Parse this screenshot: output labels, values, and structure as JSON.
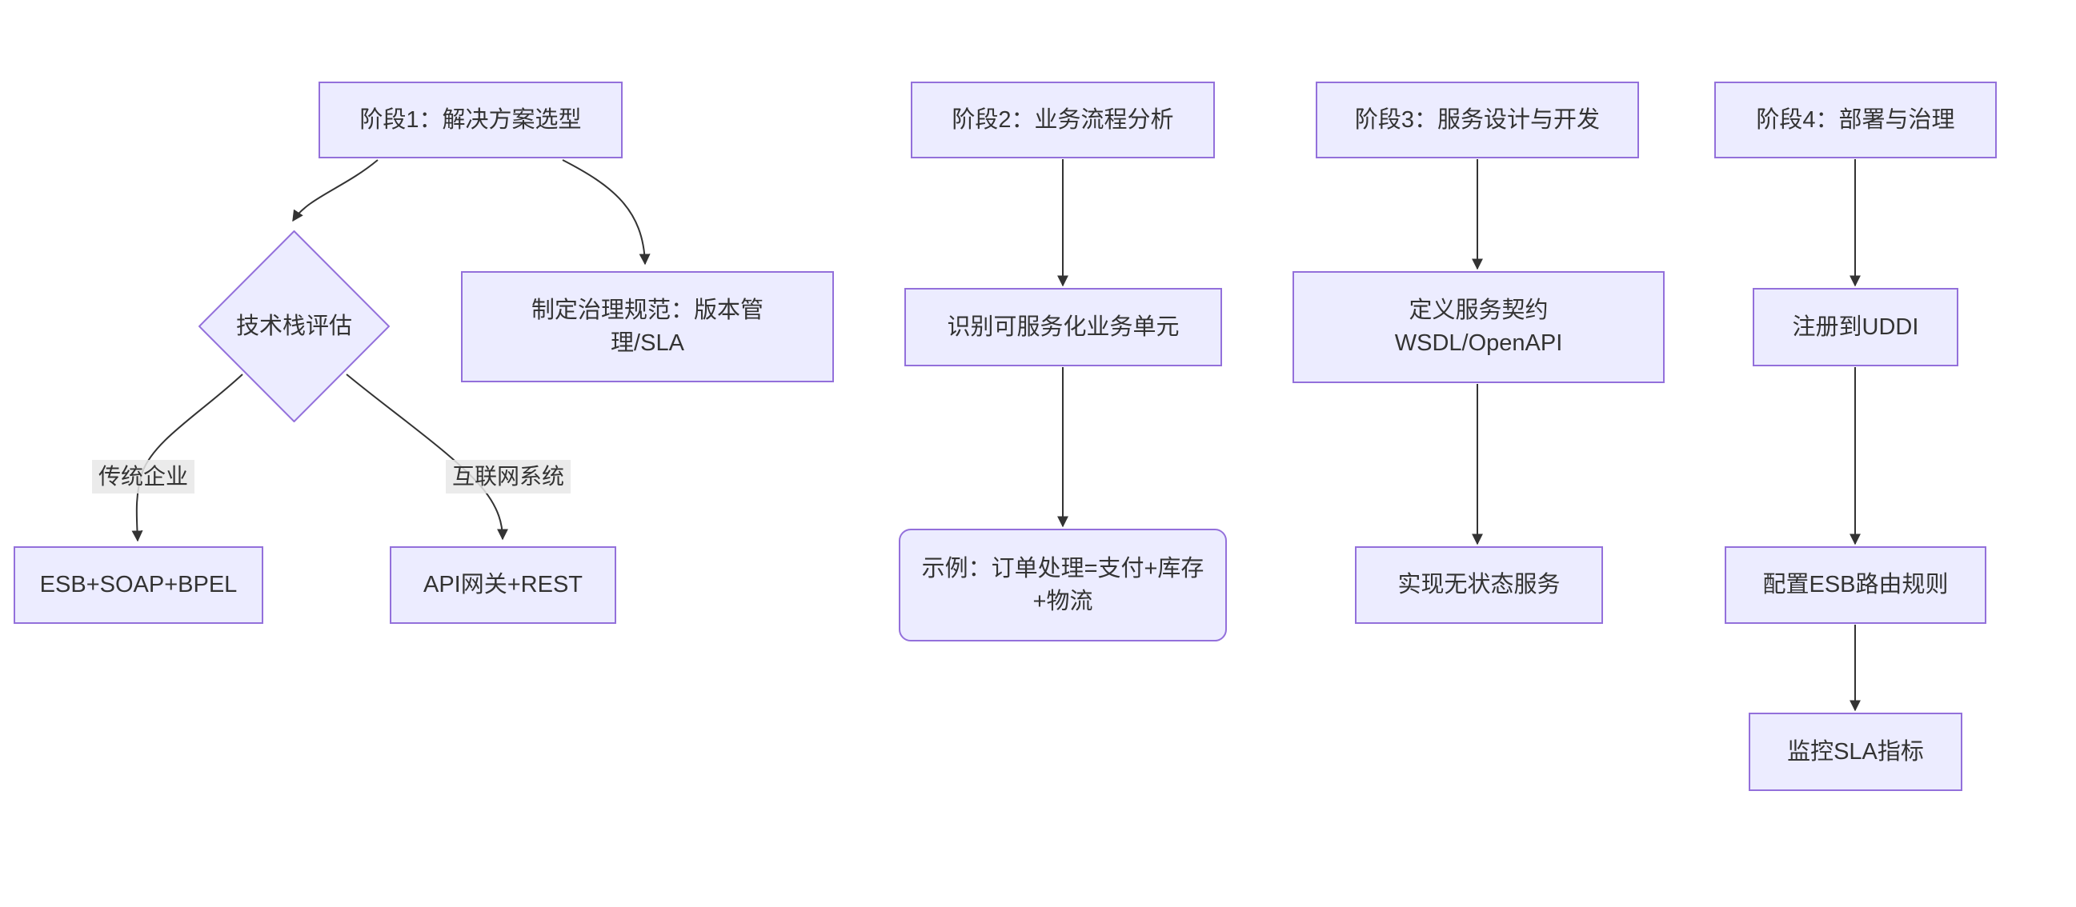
{
  "diagram": {
    "type": "flowchart",
    "colors": {
      "node_fill": "#ECECFF",
      "node_border": "#9370DB",
      "edge_color": "#333333",
      "text_color": "#333333",
      "edge_label_bg": "#e8e8e8",
      "background": "#ffffff"
    },
    "nodes": {
      "phase1": {
        "label": "阶段1：解决方案选型"
      },
      "tech_eval": {
        "label": "技术栈评估"
      },
      "governance": {
        "label": "制定治理规范：版本管\n理/SLA"
      },
      "esb": {
        "label": "ESB+SOAP+BPEL"
      },
      "api": {
        "label": "API网关+REST"
      },
      "phase2": {
        "label": "阶段2：业务流程分析"
      },
      "identify": {
        "label": "识别可服务化业务单元"
      },
      "example": {
        "label": "示例：订单处理=支付+库存\n+物流"
      },
      "phase3": {
        "label": "阶段3：服务设计与开发"
      },
      "contract": {
        "label": "定义服务契约\nWSDL/OpenAPI"
      },
      "stateless": {
        "label": "实现无状态服务"
      },
      "phase4": {
        "label": "阶段4：部署与治理"
      },
      "uddi": {
        "label": "注册到UDDI"
      },
      "routing": {
        "label": "配置ESB路由规则"
      },
      "sla": {
        "label": "监控SLA指标"
      }
    },
    "edge_labels": {
      "traditional": "传统企业",
      "internet": "互联网系统"
    },
    "edges": [
      {
        "from": "phase1",
        "to": "tech_eval",
        "label": ""
      },
      {
        "from": "phase1",
        "to": "governance",
        "label": ""
      },
      {
        "from": "tech_eval",
        "to": "esb",
        "label": "传统企业"
      },
      {
        "from": "tech_eval",
        "to": "api",
        "label": "互联网系统"
      },
      {
        "from": "phase2",
        "to": "identify",
        "label": ""
      },
      {
        "from": "identify",
        "to": "example",
        "label": ""
      },
      {
        "from": "phase3",
        "to": "contract",
        "label": ""
      },
      {
        "from": "contract",
        "to": "stateless",
        "label": ""
      },
      {
        "from": "phase4",
        "to": "uddi",
        "label": ""
      },
      {
        "from": "uddi",
        "to": "routing",
        "label": ""
      },
      {
        "from": "routing",
        "to": "sla",
        "label": ""
      }
    ]
  }
}
